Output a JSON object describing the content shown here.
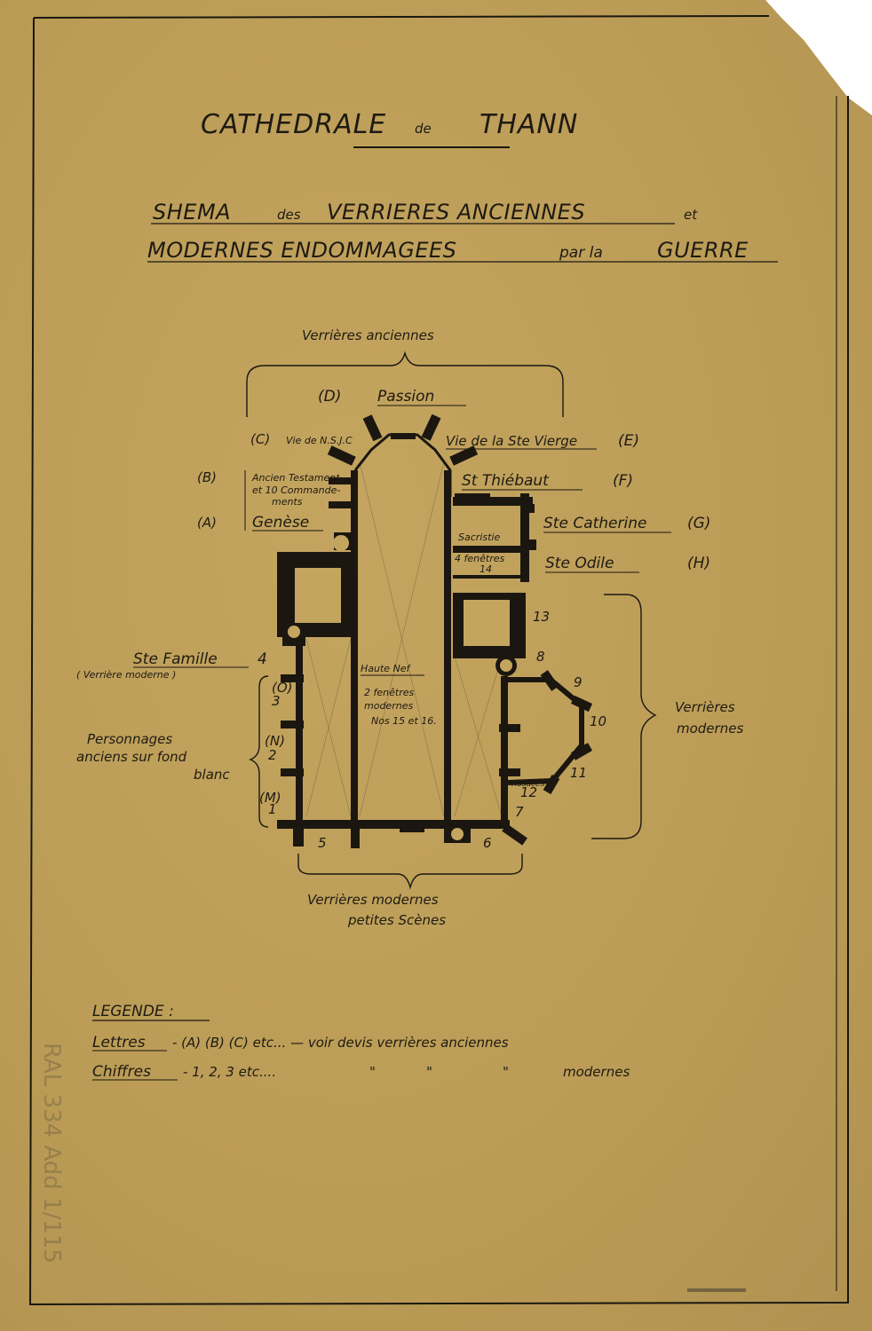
{
  "title": {
    "main": "CATHEDRALE",
    "de": "de",
    "place": "THANN"
  },
  "subtitle": {
    "line1": {
      "a": "SHEMA",
      "b": "des",
      "c": "VERRIERES ANCIENNES",
      "d": "et"
    },
    "line2": {
      "a": "MODERNES ENDOMMAGEES",
      "b": "par la",
      "c": "GUERRE"
    }
  },
  "groups": {
    "anciennes": "Verrières anciennes",
    "modernes_right_1": "Verrières",
    "modernes_right_2": "modernes",
    "modernes_bottom_1": "Verrières modernes",
    "modernes_bottom_2": "petites Scènes",
    "personnages_1": "Personnages",
    "personnages_2": "anciens sur fond",
    "personnages_3": "blanc"
  },
  "windows": {
    "D": {
      "letter": "(D)",
      "name": "Passion"
    },
    "C": {
      "letter": "(C)",
      "name": "Vie de N.S.J.C"
    },
    "E": {
      "letter": "(E)",
      "name": "Vie de la Ste Vierge"
    },
    "B": {
      "letter": "(B)",
      "name1": "Ancien Testament",
      "name2": "et 10 Commande-",
      "name3": "ments"
    },
    "A": {
      "letter": "(A)",
      "name": "Genèse"
    },
    "F": {
      "letter": "(F)",
      "name": "St Thiébaut"
    },
    "G": {
      "letter": "(G)",
      "name": "Ste Catherine"
    },
    "H": {
      "letter": "(H)",
      "name": "Ste Odile"
    }
  },
  "plan_labels": {
    "sacristie": "Sacristie",
    "fenetres_1": "4 fenêtres",
    "fenetres_2": "14",
    "haute_nef": "Haute Nef",
    "nef_1": "2 fenêtres",
    "nef_2": "modernes",
    "nef_3": "Nos 15 et 16.",
    "rosaces": "Rosaces"
  },
  "famille": {
    "name": "Ste Famille",
    "num": "4",
    "note": "( Verrière moderne )"
  },
  "left_letters": {
    "O": "(O)",
    "N": "(N)",
    "M": "(M)"
  },
  "numbers": {
    "n1": "1",
    "n2": "2",
    "n3": "3",
    "n5": "5",
    "n6": "6",
    "n7": "7",
    "n8": "8",
    "n9": "9",
    "n10": "10",
    "n11": "11",
    "n12": "12",
    "n13": "13"
  },
  "legend": {
    "heading": "LEGENDE :",
    "row1_key": "Lettres",
    "row1_val": "- (A) (B) (C) etc... — voir devis verrières anciennes",
    "row2_key": "Chiffres",
    "row2_a": "- 1, 2, 3 etc....",
    "row2_q1": "\"",
    "row2_q2": "\"",
    "row2_q3": "\"",
    "row2_b": "modernes"
  },
  "stamp": "RAL 334 Add 1/115"
}
